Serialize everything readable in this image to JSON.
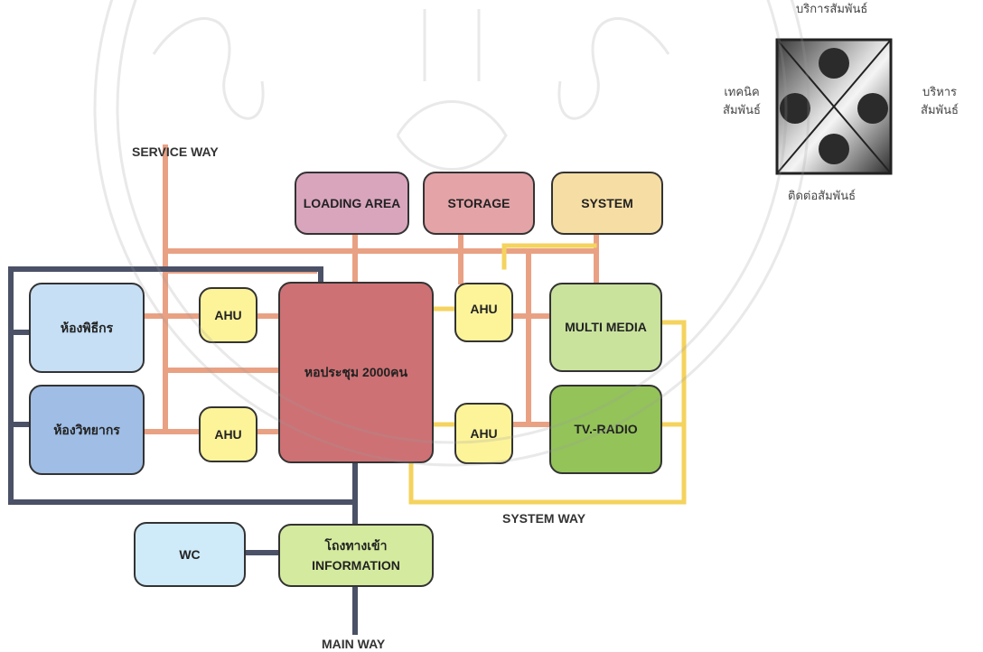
{
  "diagram": {
    "boxes": {
      "loading": "LOADING AREA",
      "storage": "STORAGE",
      "system": "SYSTEM",
      "room_left_top": "ห้องพิธีกร",
      "room_left_bottom": "ห้องวิทยากร",
      "ahu": "AHU",
      "hall": "หอประชุม 2000คน",
      "multimedia": "MULTI MEDIA",
      "tvradio": "TV.-RADIO",
      "wc": "WC",
      "lobby_line1": "โถงทางเข้า",
      "lobby_line2": "INFORMATION"
    },
    "labels": {
      "service_way": "SERVICE WAY",
      "system_way": "SYSTEM WAY",
      "main_way": "MAIN WAY"
    },
    "relations": {
      "top": "บริการสัมพันธ์",
      "left_line1": "เทคนิค",
      "left_line2": "สัมพันธ์",
      "right_line1": "บริหาร",
      "right_line2": "สัมพันธ์",
      "bottom": "ติดต่อสัมพันธ์"
    },
    "colors": {
      "service_way": "#e9a184",
      "system_way": "#f4d35e",
      "main_way": "#4b5166",
      "hall": "#cd7174",
      "ahu": "#fdf49a",
      "loading": "#d9a5bd",
      "storage": "#e3a3a7",
      "system": "#f6dda3",
      "room_top": "#c6dff5",
      "room_bottom": "#9fbde5",
      "multimedia": "#c9e39d",
      "tvradio": "#94c35a",
      "wc": "#cfeaf8",
      "lobby": "#d4ea9e"
    }
  }
}
